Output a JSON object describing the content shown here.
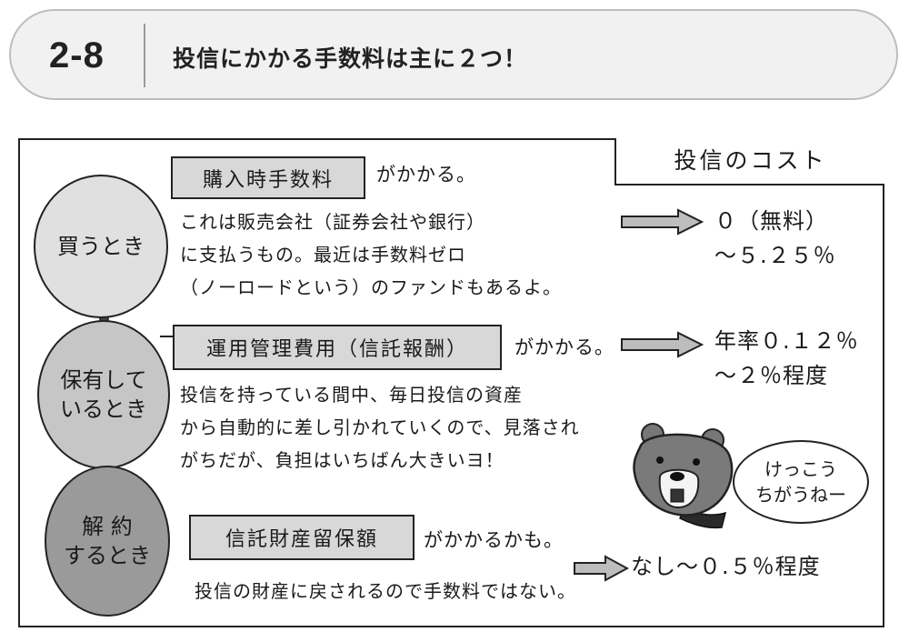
{
  "header": {
    "number": "2-8",
    "title": "投信にかかる手数料は主に２つ！"
  },
  "cost_label": "投信のコスト",
  "stages": [
    {
      "label": "買うとき",
      "fee_name": "購入時手数料",
      "suffix": "がかかる。",
      "description": "これは販売会社（証券会社や銀行）\nに支払うもの。最近は手数料ゼロ\n（ノーロードという）のファンドもあるよ。",
      "cost": "０（無料）\n〜５.２５％"
    },
    {
      "label": "保有して\nいるとき",
      "fee_name": "運用管理費用（信託報酬）",
      "suffix": "がかかる。",
      "description": "投信を持っている間中、毎日投信の資産\nから自動的に差し引かれていくので、見落され\nがちだが、負担はいちばん大きいヨ！",
      "cost": "年率０.１２％\n〜２％程度"
    },
    {
      "label": "解 約\nするとき",
      "fee_name": "信託財産留保額",
      "suffix": "がかかるかも。",
      "description": "投信の財産に戻されるので手数料ではない。",
      "cost": "なし〜０.５％程度"
    }
  ],
  "mascot": {
    "speech": "けっこう\nちがうねー"
  }
}
